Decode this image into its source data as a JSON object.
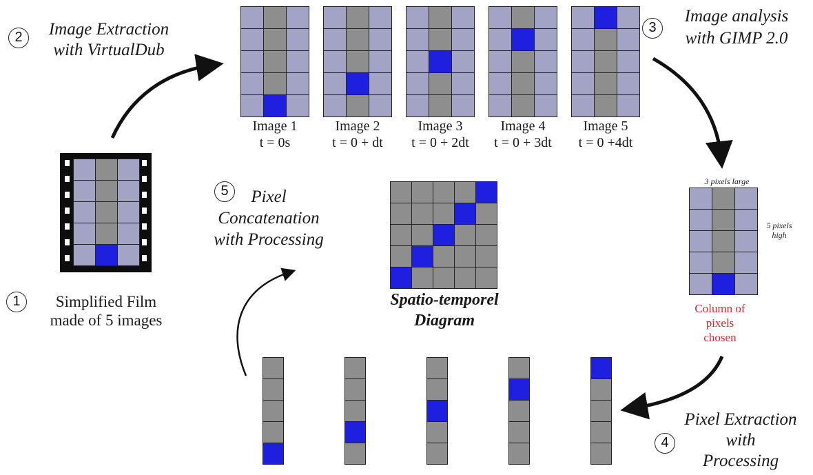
{
  "steps": {
    "s1": {
      "number": "1",
      "title": "Simplified Film\nmade of 5 images"
    },
    "s2": {
      "number": "2",
      "title": "Image Extraction\nwith VirtualDub"
    },
    "s3": {
      "number": "3",
      "title": "Image analysis\nwith GIMP 2.0"
    },
    "s4": {
      "number": "4",
      "title": "Pixel Extraction\nwith\nProcessing"
    },
    "s5": {
      "number": "5",
      "title": "Pixel\nConcatenation\nwith Processing"
    }
  },
  "film": {
    "rows": 5,
    "cols": 3,
    "blue_row": 4,
    "middle_col": 1
  },
  "frames": [
    {
      "label": "Image 1",
      "time": "t = 0s",
      "blue_row": 4
    },
    {
      "label": "Image 2",
      "time": "t = 0 + dt",
      "blue_row": 3
    },
    {
      "label": "Image 3",
      "time": "t = 0 + 2dt",
      "blue_row": 2
    },
    {
      "label": "Image 4",
      "time": "t = 0 + 3dt",
      "blue_row": 1
    },
    {
      "label": "Image 5",
      "time": "t = 0 +4dt",
      "blue_row": 0
    }
  ],
  "analysis": {
    "width_note": "3 pixels large",
    "height_note": "5 pixels\nhigh",
    "column_note": "Column of\npixels\nchosen",
    "blue_row": 4,
    "highlight_color": "#e0262b"
  },
  "columns": [
    {
      "blue_row": 4
    },
    {
      "blue_row": 3
    },
    {
      "blue_row": 2
    },
    {
      "blue_row": 1
    },
    {
      "blue_row": 0
    }
  ],
  "diagram": {
    "title": "Spatio-temporel\nDiagram",
    "rows": 5,
    "cols": 5
  },
  "colors": {
    "light": "#a3a3c6",
    "mid": "#8e8e8e",
    "blue": "#1f1fe0",
    "arrow": "#111111"
  }
}
